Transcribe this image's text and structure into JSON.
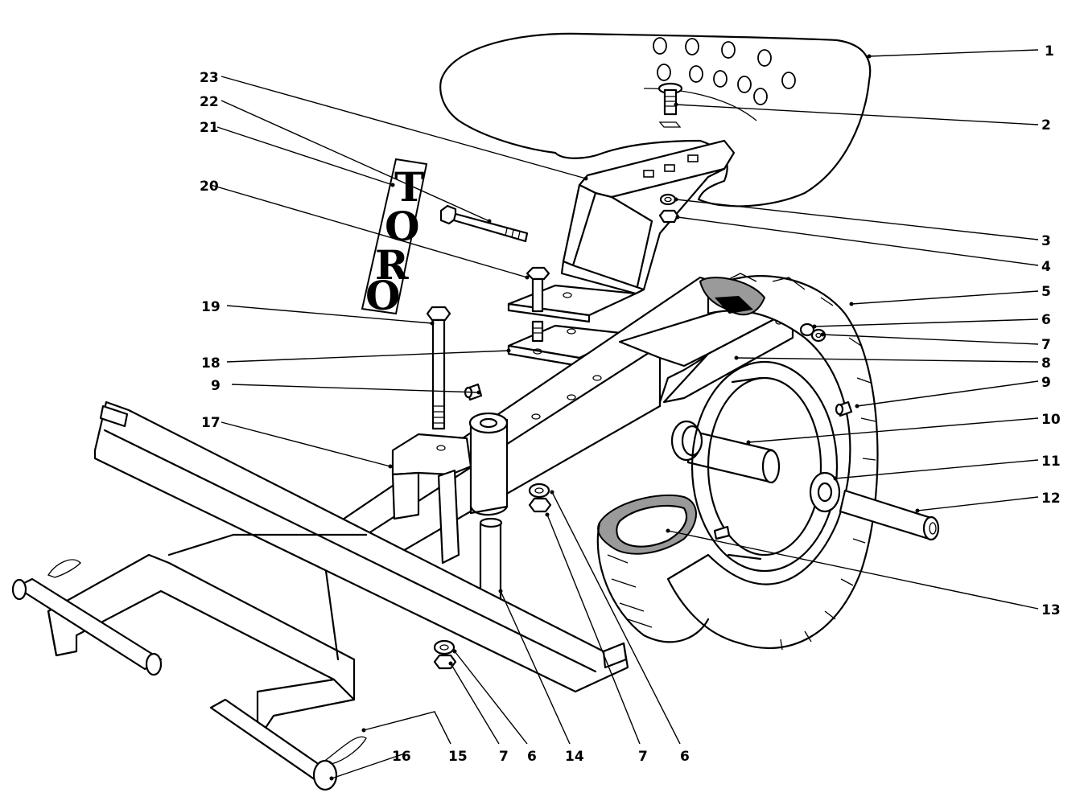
{
  "decal": {
    "text": [
      "T",
      "O",
      "R",
      "O"
    ]
  },
  "callouts": {
    "c1": "1",
    "c2": "2",
    "c3": "3",
    "c4": "4",
    "c5": "5",
    "c6a": "6",
    "c7a": "7",
    "c8": "8",
    "c9a": "9",
    "c10": "10",
    "c11": "11",
    "c12": "12",
    "c13": "13",
    "c9b": "9",
    "c17": "17",
    "c18": "18",
    "c19": "19",
    "c20": "20",
    "c21": "21",
    "c22": "22",
    "c23": "23",
    "b16": "16",
    "b15": "15",
    "b7a": "7",
    "b6a": "6",
    "b14": "14",
    "b7b": "7",
    "b6b": "6"
  }
}
